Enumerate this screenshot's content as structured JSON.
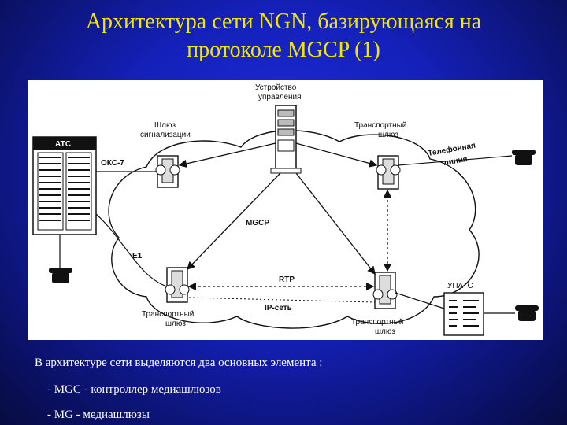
{
  "slide": {
    "title_line1": "Архитектура сети NGN, базирующаяся на",
    "title_line2": "протоколе MGCP (1)"
  },
  "diagram": {
    "control_device": [
      "Устройство",
      "управления"
    ],
    "signaling_gateway": [
      "Шлюз",
      "сигнализации"
    ],
    "transport_gateway_top": [
      "Транспортный",
      "шлюз"
    ],
    "transport_gateway_bottom_left": [
      "Транспортный",
      "шлюз"
    ],
    "transport_gateway_bottom_right": [
      "Транспортный",
      "шлюз"
    ],
    "atc": "АТС",
    "upats": "УПАТС",
    "oks7": "ОКС-7",
    "e1": "E1",
    "mgcp": "MGCP",
    "rtp": "RTP",
    "ip_network": "IP-сеть",
    "phone_line": [
      "Телефонная",
      "линия"
    ]
  },
  "caption": {
    "line1": "В архитектуре сети выделяются два основных элемента :",
    "line2": " - MGC - контроллер медиашлюзов",
    "line3": " - MG - медиашлюзы"
  }
}
